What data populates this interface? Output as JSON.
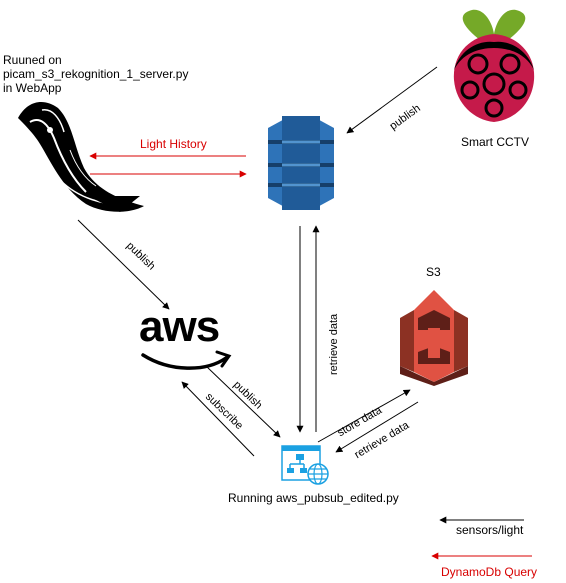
{
  "nodes": {
    "flask_caption_lines": [
      "Ruuned on",
      "picam_s3_rekognition_1_server.py",
      "in WebApp"
    ],
    "smart_cctv": "Smart CCTV",
    "s3": "S3",
    "aws_logo_text": "aws",
    "pubsub_caption": "Running aws_pubsub_edited.py"
  },
  "edges": {
    "publish_cctv_to_dynamo": "publish",
    "light_history": "Light History",
    "publish_flask_to_aws": "publish",
    "retrieve_data_vertical": "retrieve data",
    "store_data": "store data",
    "retrieve_data_s3": "retrieve data",
    "publish_pubsub_to_aws": "publish",
    "subscribe": "subscribe"
  },
  "legend": {
    "sensors_light": "sensors/light",
    "dynamodb_query": "DynamoDb Query"
  },
  "colors": {
    "query_arrow": "#d80000",
    "dynamo_blue": "#2e73b8",
    "s3_red": "#e05243",
    "aws_dark": "#232f3e",
    "raspberry_red": "#c51a4a",
    "leaf_green": "#75a928"
  }
}
